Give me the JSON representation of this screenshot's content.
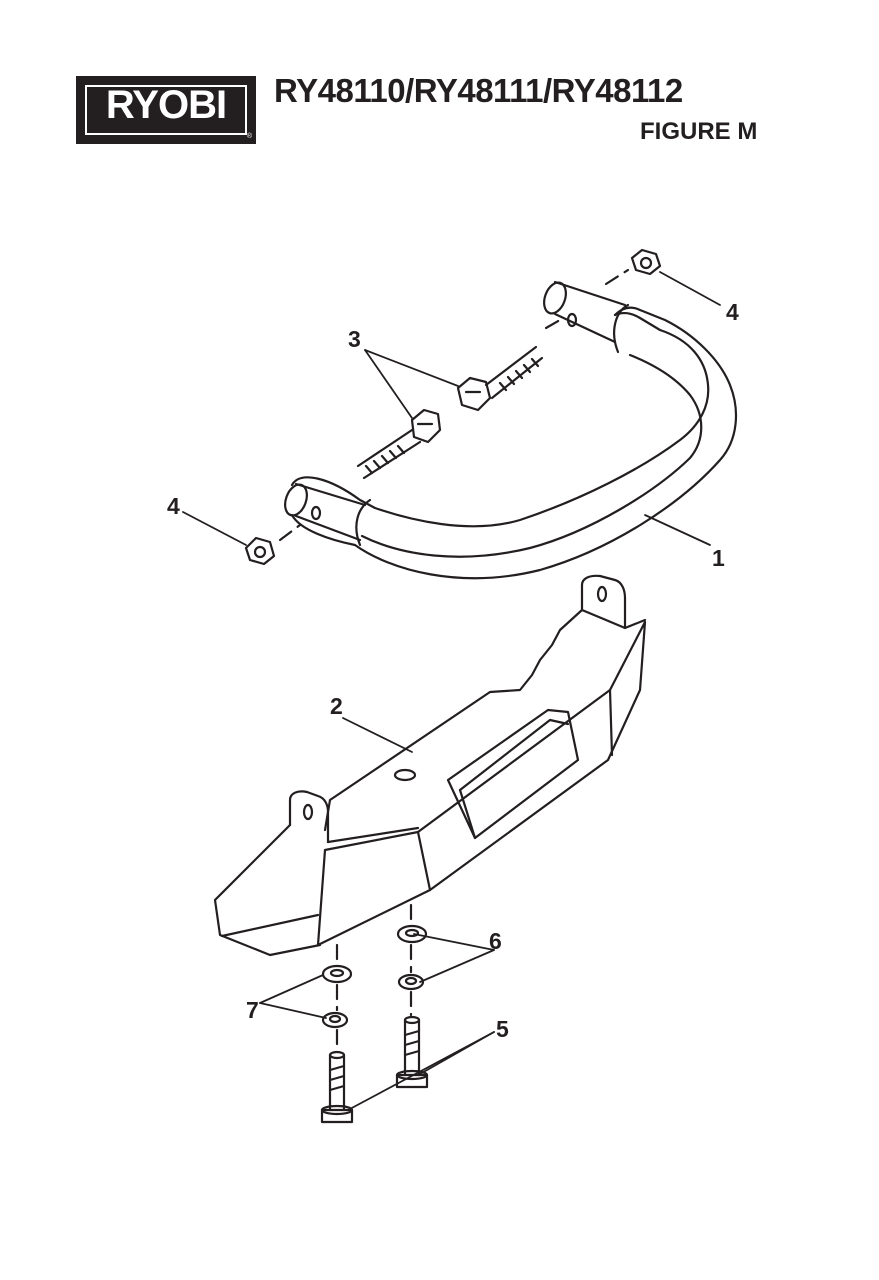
{
  "header": {
    "brand": "RYOBI",
    "model": "RY48110/RY48111/RY48112",
    "figure": "FIGURE M"
  },
  "callouts": [
    {
      "id": "part-1",
      "label": "1"
    },
    {
      "id": "part-2",
      "label": "2"
    },
    {
      "id": "part-3",
      "label": "3"
    },
    {
      "id": "part-4a",
      "label": "4"
    },
    {
      "id": "part-4b",
      "label": "4"
    },
    {
      "id": "part-5",
      "label": "5"
    },
    {
      "id": "part-6",
      "label": "6"
    },
    {
      "id": "part-7",
      "label": "7"
    }
  ],
  "colors": {
    "ink": "#231f20",
    "paper": "#ffffff"
  }
}
